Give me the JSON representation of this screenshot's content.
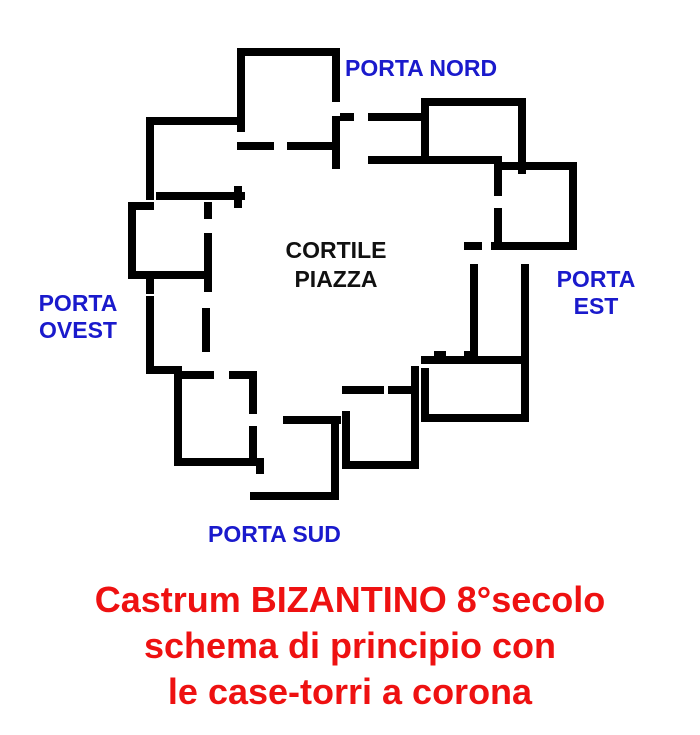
{
  "colors": {
    "walls": "#000000",
    "gate_labels": "#1a1acc",
    "courtyard_label": "#111111",
    "caption": "#ee1111",
    "background": "#ffffff"
  },
  "gates": {
    "north": "PORTA NORD",
    "east_line1": "PORTA",
    "east_line2": "EST",
    "west_line1": "PORTA",
    "west_line2": "OVEST",
    "south": "PORTA SUD"
  },
  "courtyard": {
    "line1": "CORTILE",
    "line2": "PIAZZA"
  },
  "caption": {
    "line1": "Castrum BIZANTINO 8°secolo",
    "line2": "schema di principio con",
    "line3": "le case-torri a corona"
  }
}
